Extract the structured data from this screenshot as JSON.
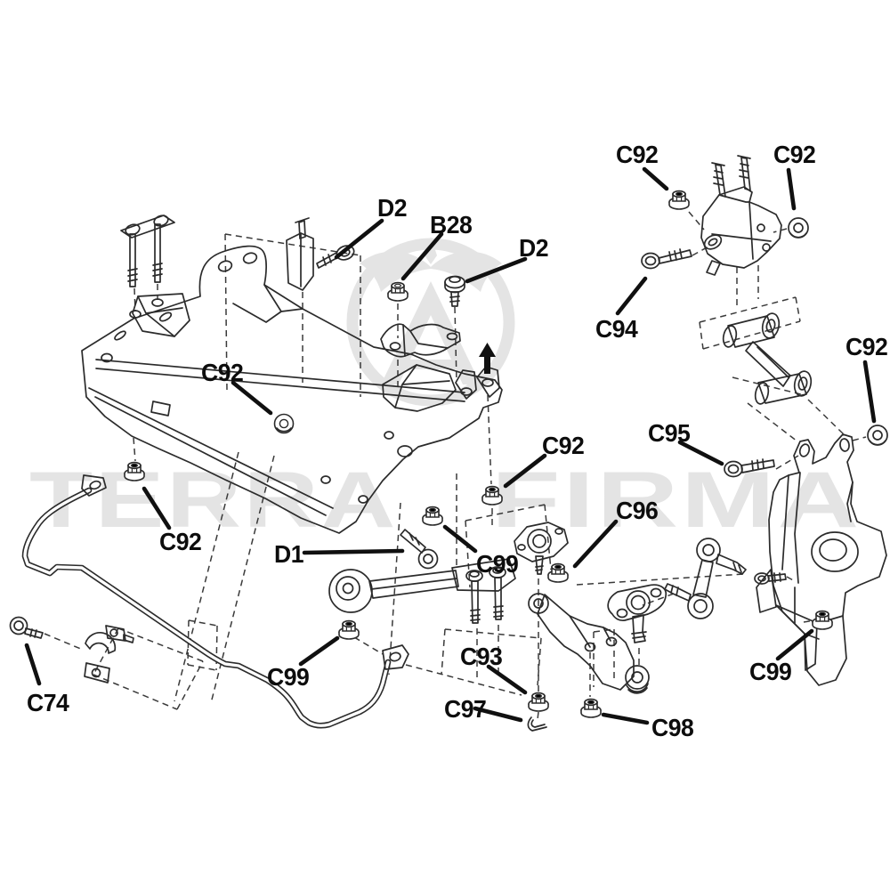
{
  "watermark": {
    "word1": "TERRA",
    "word2": "FIRMA"
  },
  "callouts": [
    {
      "id": "d2-upper",
      "label": "D2"
    },
    {
      "id": "b28",
      "label": "B28"
    },
    {
      "id": "d2-right",
      "label": "D2"
    },
    {
      "id": "c92-top-left",
      "label": "C92"
    },
    {
      "id": "c92-top-right",
      "label": "C92"
    },
    {
      "id": "c94",
      "label": "C94"
    },
    {
      "id": "c92-far-right",
      "label": "C92"
    },
    {
      "id": "c95",
      "label": "C95"
    },
    {
      "id": "c92-subframe",
      "label": "C92"
    },
    {
      "id": "c92-center",
      "label": "C92"
    },
    {
      "id": "c92-left",
      "label": "C92"
    },
    {
      "id": "d1",
      "label": "D1"
    },
    {
      "id": "c99-center",
      "label": "C99"
    },
    {
      "id": "c96",
      "label": "C96"
    },
    {
      "id": "c74",
      "label": "C74"
    },
    {
      "id": "c99-swaybar",
      "label": "C99"
    },
    {
      "id": "c93",
      "label": "C93"
    },
    {
      "id": "c97",
      "label": "C97"
    },
    {
      "id": "c98",
      "label": "C98"
    },
    {
      "id": "c99-knuckle",
      "label": "C99"
    }
  ]
}
